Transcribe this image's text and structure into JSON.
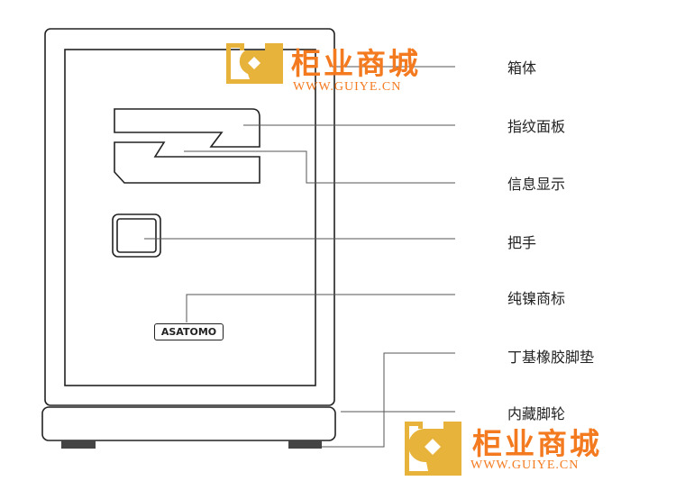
{
  "labels": [
    "箱体",
    "指纹面板",
    "信息显示",
    "把手",
    "纯镍商标",
    "丁基橡胶脚垫",
    "内藏脚轮"
  ],
  "nameplate": "ASATOMO",
  "watermark": {
    "name": "柜业商城",
    "url": "WWW.GUIYE.CN",
    "color": "#f47a1f",
    "logo_color": "#e8b33a"
  }
}
